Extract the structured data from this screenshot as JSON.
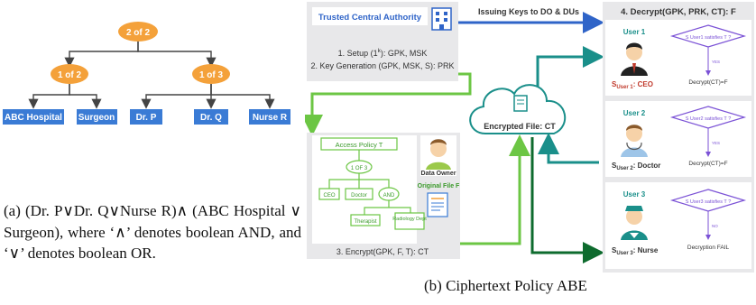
{
  "tree": {
    "root": "2 of 2",
    "left_gate": "1 of 2",
    "right_gate": "1 of 3",
    "leaves": [
      "ABC Hospital",
      "Surgeon",
      "Dr. P",
      "Dr. Q",
      "Nurse R"
    ]
  },
  "caption_a": "(a) (Dr. P∨Dr. Q∨Nurse R)∧ (ABC Hospital ∨ Surgeon), where ‘∧’ denotes boolean AND, and ‘∨’ denotes boolean OR.",
  "caption_b": "(b) Ciphertext Policy ABE",
  "abe": {
    "authority_title": "Trusted Central Authority",
    "setup_prefix": "1. Setup (1",
    "setup_sup": "k",
    "setup_suffix": "): GPK, MSK",
    "keygen": "2. Key Generation (GPK, MSK, S): PRK",
    "issuing": "Issuing Keys to DO & DUs",
    "decrypt_title": "4. Decrypt(GPK, PRK, CT): F",
    "encrypted_file": "Encrypted File: CT",
    "encrypt_title": "3. Encrypt(GPK, F, T): CT",
    "policy_title": "Access Policy T",
    "policy_gate": "1 OF 3",
    "policy_and": "AND",
    "policy_nodes": [
      "CEO",
      "Doctor",
      "Therapist",
      "Radiology Dept"
    ],
    "data_owner": "Data Owner",
    "original_file": "Original File F",
    "users": [
      {
        "name": "User 1",
        "s_label": "S",
        "s_sub": "User 1",
        "role": ": CEO",
        "check": "S User1 satisfies T ?",
        "answer": "YES",
        "result": "Decrypt(CT)=F"
      },
      {
        "name": "User 2",
        "s_label": "S",
        "s_sub": "User 2",
        "role": ": Doctor",
        "check": "S User2 satisfies T ?",
        "answer": "YES",
        "result": "Decrypt(CT)=F"
      },
      {
        "name": "User 3",
        "s_label": "S",
        "s_sub": "User 3",
        "role": ": Nurse",
        "check": "S User3 satisfies T ?",
        "answer": "NO",
        "result": "Decryption FAIL"
      }
    ]
  },
  "colors": {
    "orange": "#f4a13a",
    "blue_leaf": "#3a7bd5",
    "green": "#6cc644",
    "teal": "#1a8f8a",
    "dark_green": "#0e6b2e",
    "blue_arrow": "#2f64c8",
    "purple": "#7b52d6",
    "gray_panel": "#e8e8ea"
  }
}
